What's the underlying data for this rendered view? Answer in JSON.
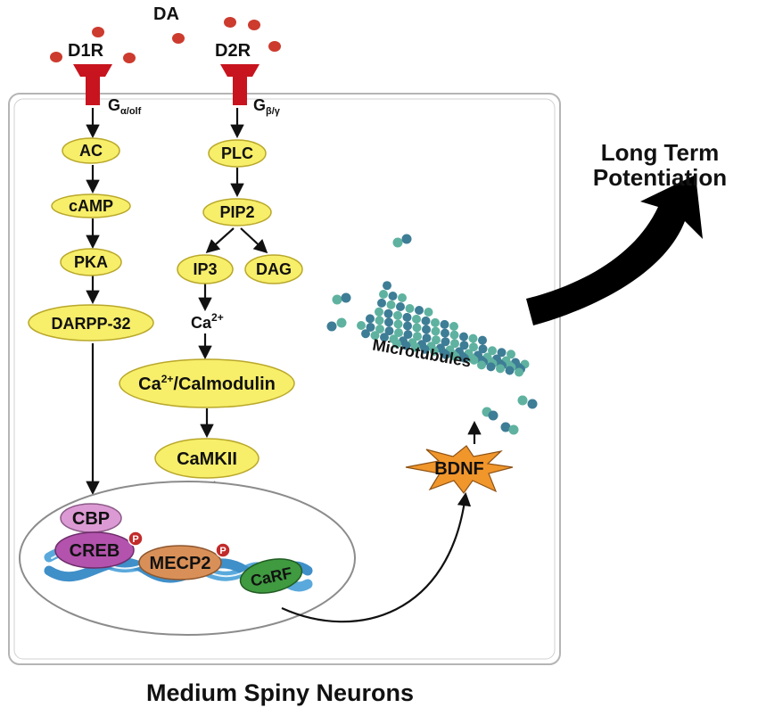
{
  "ligand": "DA",
  "receptors": {
    "d1": "D1R",
    "d2": "D2R",
    "g_alpha_main": "G",
    "g_alpha_sub": "α/olf",
    "g_beta_main": "G",
    "g_beta_sub": "β/γ"
  },
  "left_pathway": [
    "AC",
    "cAMP",
    "PKA",
    "DARPP-32"
  ],
  "right_pathway": {
    "plc": "PLC",
    "pip2": "PIP2",
    "ip3": "IP3",
    "dag": "DAG",
    "ca_main": "Ca",
    "ca_sup": "2+",
    "calmod_pre": "Ca",
    "calmod_sup": "2+",
    "calmod_post": "/Calmodulin",
    "camkii": "CaMKII"
  },
  "nucleus": {
    "cbp": "CBP",
    "creb": "CREB",
    "mecp2": "MECP2",
    "carf": "CaRF",
    "phospho": "P"
  },
  "bdnf": "BDNF",
  "microtubules": "Microtubules",
  "outcome": {
    "line1": "Long Term",
    "line2": "Potentiation"
  },
  "footer": "Medium Spiny Neurons",
  "colors": {
    "receptor": "#c8141e",
    "node_fill": "#f7ee6a",
    "cbp": "#dc9ad4",
    "creb": "#b353ad",
    "mecp2": "#d99058",
    "carf": "#3f9a40",
    "bdnf": "#f0962b",
    "dna": "#5aa9dc",
    "dot_red": "#cc3b2e",
    "tubulin_a": "#3e7d96",
    "tubulin_b": "#5fb2a0"
  }
}
